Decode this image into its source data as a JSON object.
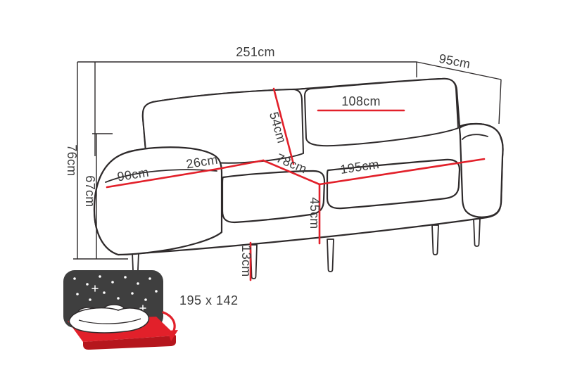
{
  "diagram": {
    "type": "furniture-dimension-diagram",
    "subject": "3-seater sofa bed with measurements",
    "colors": {
      "outline": "#2e2a2b",
      "dimension_red": "#e2202a",
      "text": "#3c3c3c",
      "icon_dark": "#3f3f3f",
      "icon_red": "#e2202a",
      "icon_red_shade": "#b5161d",
      "background": "#ffffff"
    },
    "dimensions": {
      "total_width": "251cm",
      "total_depth": "95cm",
      "total_height": "76cm",
      "armrest_height": "67cm",
      "armrest_depth": "90cm",
      "armrest_width": "26cm",
      "backrest_height": "54cm",
      "back_cushion_width": "108cm",
      "seat_depth": "78cm",
      "seat_width": "195cm",
      "seat_height": "45cm",
      "leg_height": "13cm"
    },
    "bed_icon": {
      "sleeping_area": "195 x 142"
    }
  }
}
